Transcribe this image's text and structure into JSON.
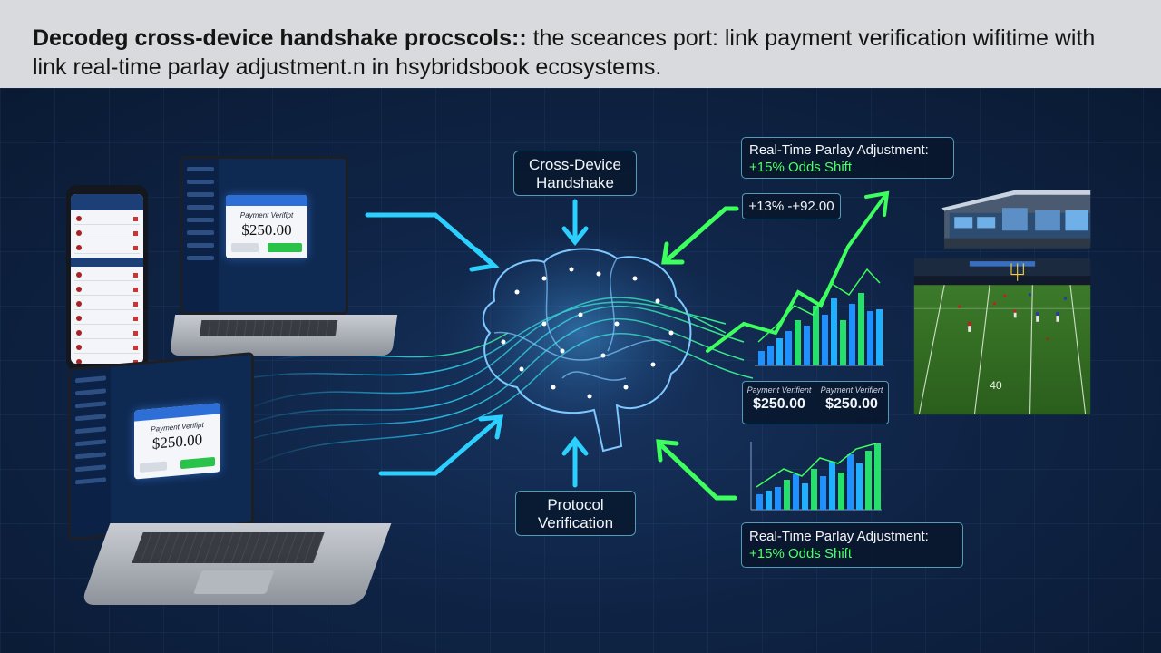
{
  "header": {
    "title_bold": "Decodeg cross-device handshake procscols::",
    "title_rest": " the sceances port: link payment verification wifitime with",
    "title_line2": "link real-time parlay adjustment.n in hsybridsbook ecosystems."
  },
  "labels": {
    "cross_device": [
      "Cross-Device",
      "Handshake"
    ],
    "protocol": [
      "Protocol",
      "Verification"
    ]
  },
  "realtime_top": {
    "line1": "Real-Time Parlay Adjustment:",
    "line2": "+15% Odds Shift"
  },
  "realtime_bottom": {
    "line1": "Real-Time Parlay Adjustment:",
    "line2": "+15% Odds Shift"
  },
  "odds_change": "+13% -+92.00",
  "payment_panel": {
    "left": {
      "caption": "Payment Verifient",
      "value": "$250.00"
    },
    "right": {
      "caption": "Payment Verifiert",
      "value": "$250.00"
    }
  },
  "laptop_top_modal": {
    "caption": "Payment Verifipt",
    "value": "$250.00"
  },
  "laptop_bottom_modal": {
    "caption": "Payment Verifipt",
    "value": "$250.00"
  },
  "field_marker": "40",
  "colors": {
    "accent_blue": "#2bd0ff",
    "accent_green": "#3dff5e",
    "background": "#0f2446"
  }
}
